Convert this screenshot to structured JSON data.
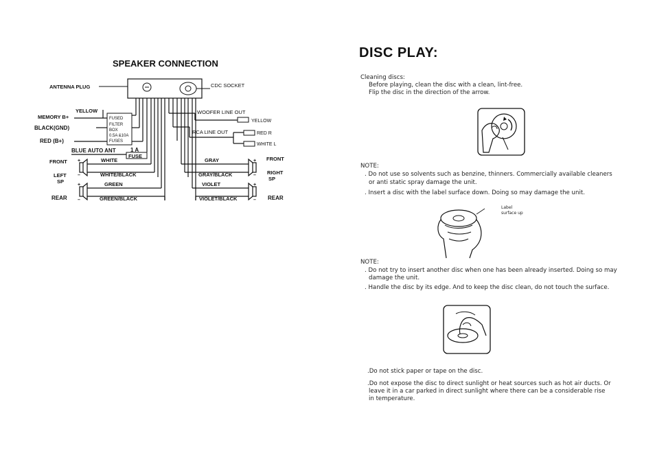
{
  "left": {
    "title": "SPEAKER CONNECTION",
    "labels": {
      "antenna_plug": "ANTENNA PLUG",
      "cdc_socket": "CDC SOCKET",
      "woofer_line_out": "WOOFER LINE OUT",
      "yellow_right": "YELLOW",
      "rca_line_out": "RCA LINE OUT",
      "red_r": "RED R",
      "white_l": "WHITE  L",
      "yellow_left": "YELLOW",
      "memory": "MEMORY B+",
      "black_gnd": "BLACK(GND)",
      "red_b": "RED (B+)",
      "fuse_box": [
        "FUSED",
        "FILTER",
        "BOX",
        "0.5A &10A",
        "FUSES"
      ],
      "blue_auto_ant": "BLUE  AUTO ANT",
      "one_a": "1 A",
      "fuse": "FUSE",
      "front_left": "FRONT",
      "left_sp_1": "LEFT",
      "left_sp_2": "SP",
      "rear_left": "REAR",
      "white": "WHITE",
      "white_black": "WHITE/BLACK",
      "green": "GREEN",
      "green_black": "GREEN/BLACK",
      "gray": "GRAY",
      "gray_black": "GRAY/BLACK",
      "violet": "VIOLET",
      "violet_black": "VIOLET/BLACK",
      "front_right": "FRONT",
      "right_sp_1": "RIGHT",
      "right_sp_2": "SP",
      "rear_right": "REAR",
      "plus": "+",
      "minus": "–"
    }
  },
  "right": {
    "title": "DISC PLAY:",
    "cleaning_head": "Cleaning discs:",
    "cleaning_1": "Before playing, clean the disc with a clean, lint-free.",
    "cleaning_2": "Flip the disc in the direction of the arrow.",
    "note1_head": "NOTE:",
    "note1_a1": ". Do not use so solvents such as benzine, thinners. Commercially available cleaners",
    "note1_a2": "or anti static spray damage the unit.",
    "note1_b": ". Insert a disc with the label surface down. Doing so may damage the unit.",
    "label_callout_1": "Label",
    "label_callout_2": "surface up",
    "note2_head": "NOTE:",
    "note2_a1": ". Do not try to insert another disc when one has been already inserted. Doing so may",
    "note2_a2": "damage the unit.",
    "note2_b": ". Handle the disc by its edge. And to keep the disc clean, do not touch the surface.",
    "tip1": ".Do not stick paper or tape on the disc.",
    "tip2_1": ".Do not expose the disc to direct sunlight or heat sources such as hot air ducts. Or",
    "tip2_2": "leave it in a car parked in direct sunlight where there can be a considerable rise",
    "tip2_3": "in temperature."
  }
}
